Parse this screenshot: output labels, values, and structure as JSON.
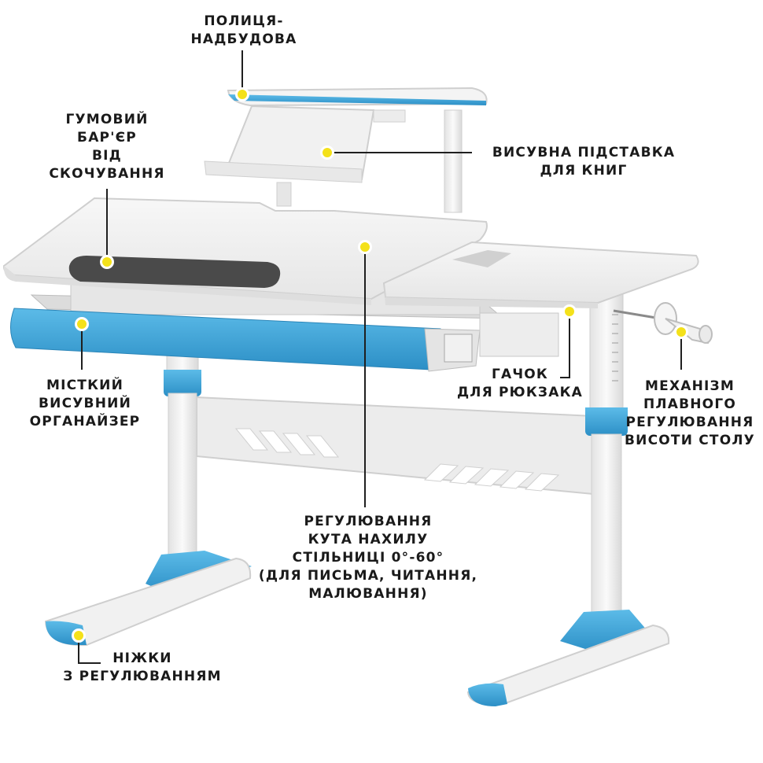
{
  "callouts": {
    "shelf": "ПОЛИЦЯ-\nНАДБУДОВА",
    "rubber_barrier": "ГУМОВИЙ\nБАР'ЄР\nВІД\nСКОЧУВАННЯ",
    "book_stand": "ВИСУВНА ПІДСТАВКА\nДЛЯ КНИГ",
    "organizer": "МІСТКИЙ\nВИСУВНИЙ\nОРГАНАЙЗЕР",
    "backpack_hook": "ГАЧОК\nДЛЯ РЮКЗАКА",
    "height_mechanism": "МЕХАНІЗМ\nПЛАВНОГО\nРЕГУЛЮВАННЯ\nВИСОТИ СТОЛУ",
    "tilt_adjustment": "РЕГУЛЮВАННЯ\nКУТА НАХИЛУ\nСТІЛЬНИЦІ 0°-60°\n(ДЛЯ ПИСЬМА, ЧИТАННЯ,\nМАЛЮВАННЯ)",
    "legs": "НІЖКИ\nЗ РЕГУЛЮВАННЯМ"
  },
  "colors": {
    "accent_blue": "#3aa6dc",
    "marker_yellow": "#f4e11a",
    "desk_white": "#f2f2f2",
    "frame_gray": "#d4d4d4",
    "text": "#1a1a1a"
  }
}
